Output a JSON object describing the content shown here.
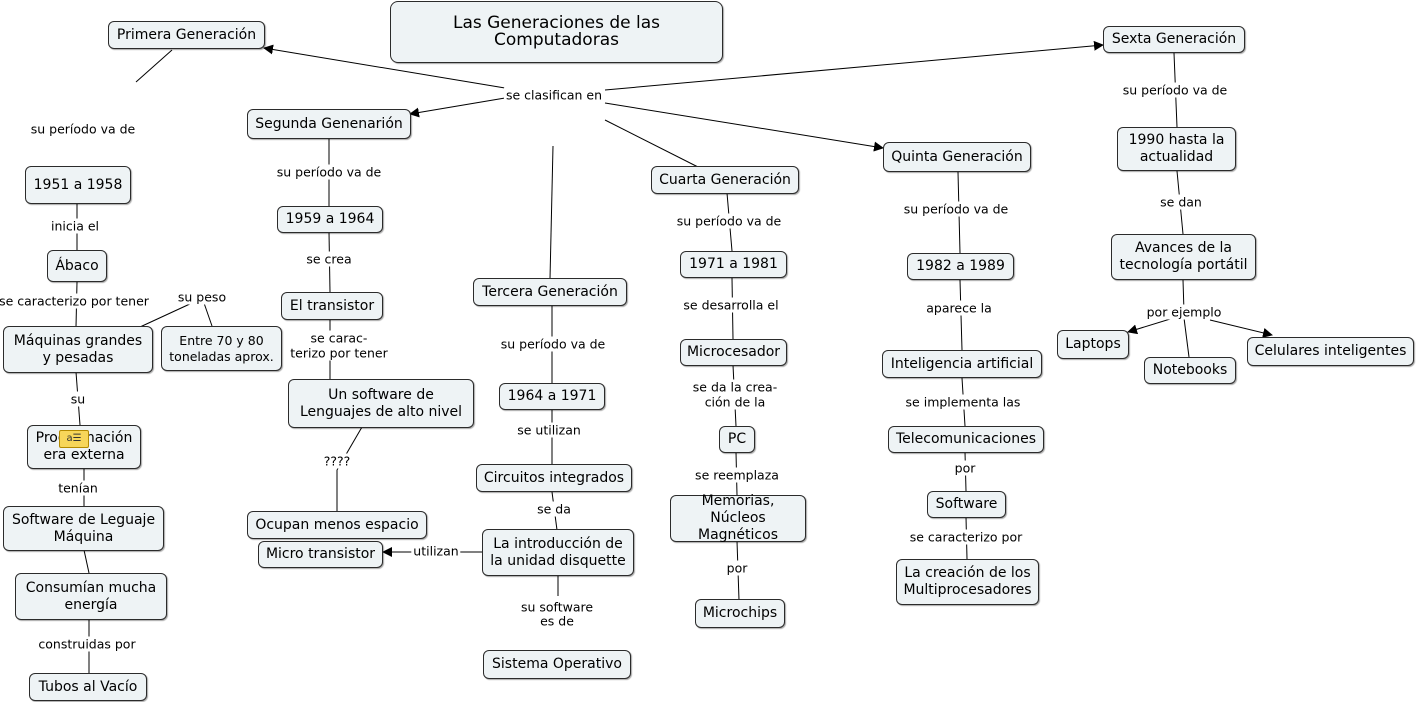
{
  "title": "Las Generaciones de las Computadoras",
  "nodes": {
    "primera": "Primera Generación",
    "segunda": "Segunda Genenarión",
    "tercera": "Tercera Generación",
    "cuarta": "Cuarta Generación",
    "quinta": "Quinta Generación",
    "sexta": "Sexta Generación",
    "p1951": "1951 a 1958",
    "abaco": "Ábaco",
    "maquinas": "Máquinas grandes y pesadas",
    "toneladas": "Entre 70 y 80 toneladas aprox.",
    "programacion": "Programación era externa",
    "softleng": "Software de Leguaje Máquina",
    "consumian": "Consumían mucha energía",
    "tubos": "Tubos al Vacío",
    "p1959": "1959 a 1964",
    "transistor": "El transistor",
    "unsoftware": "Un software de Lenguajes de alto nivel",
    "ocupan": "Ocupan menos espacio",
    "micro": "Micro transistor",
    "p1964": "1964 a 1971",
    "circuitos": "Circuitos integrados",
    "disquette": "La introducción de la unidad disquette",
    "sistema": "Sistema Operativo",
    "p1971": "1971 a 1981",
    "microcesador": "Microcesador",
    "pc": "PC",
    "memorias": "Memorias, Núcleos Magnéticos",
    "microchips": "Microchips",
    "p1982": "1982 a 1989",
    "inteligencia": "Inteligencia artificial",
    "telecom": "Telecomunicaciones",
    "software": "Software",
    "creacion": "La creación de los Multiprocesadores",
    "p1990": "1990 hasta la actualidad",
    "avances": "Avances de la tecnología portátil",
    "laptops": "Laptops",
    "notebooks": "Notebooks",
    "celulares": "Celulares inteligentes"
  },
  "labels": {
    "clasifican": "se clasifican en",
    "periodo1": "su período va de",
    "inicia": "inicia el",
    "caracterizo": "se caracterizo por tener",
    "peso": "su peso",
    "su": "su",
    "tenian": "tenían",
    "construidas": "construidas por",
    "periodo2": "su período va de",
    "crea": "se crea",
    "carac2a": "se carac-",
    "carac2b": "terizo por tener",
    "qqqq": "????",
    "utilizan": "utilizan",
    "periodo3": "su período va de",
    "utilizan3": "se utilizan",
    "seda": "se da",
    "susoftware_a": "su software",
    "susoftware_b": "es de",
    "periodo4": "su período va de",
    "desarrolla": "se desarrolla el",
    "creacion_a": "se da la crea-",
    "creacion_b": "ción de la",
    "reemplaza": "se reemplaza",
    "por4": "por",
    "periodo5": "su período va de",
    "aparece": "aparece la",
    "implementa": "se implementa las",
    "por5": "por",
    "caracterizo5": "se caracterizo por",
    "periodo6": "su período va de",
    "sedan": "se dan",
    "ejemplo": "por ejemplo"
  }
}
